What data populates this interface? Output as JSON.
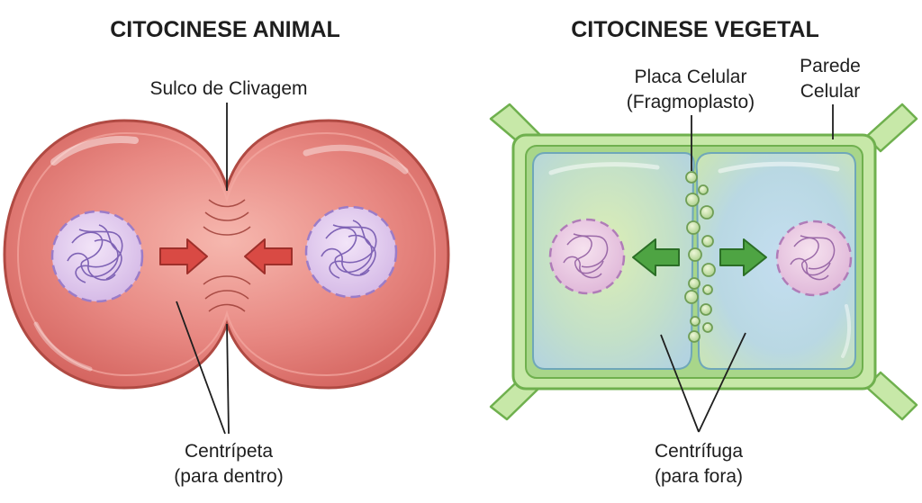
{
  "animal": {
    "title": "CITOCINESE ANIMAL",
    "furrow_label": "Sulco de Clivagem",
    "direction_label_line1": "Centrípeta",
    "direction_label_line2": "(para dentro)"
  },
  "plant": {
    "title": "CITOCINESE VEGETAL",
    "cell_plate_label_line1": "Placa Celular",
    "cell_plate_label_line2": "(Fragmoplasto)",
    "wall_label_line1": "Parede",
    "wall_label_line2": "Celular",
    "direction_label_line1": "Centrífuga",
    "direction_label_line2": "(para fora)"
  },
  "colors": {
    "animal_cell": "#e07a78",
    "animal_membrane": "#b5463f",
    "animal_arrow": "#d64541",
    "plant_wall": "#bfe3a0",
    "plant_wall_stroke": "#6fb04e",
    "plant_cytoplasm": "#bcdcd2",
    "plant_arrow": "#3f9a3a",
    "nucleus": "#ddc6ec",
    "chromatin": "#8d6fbd"
  }
}
